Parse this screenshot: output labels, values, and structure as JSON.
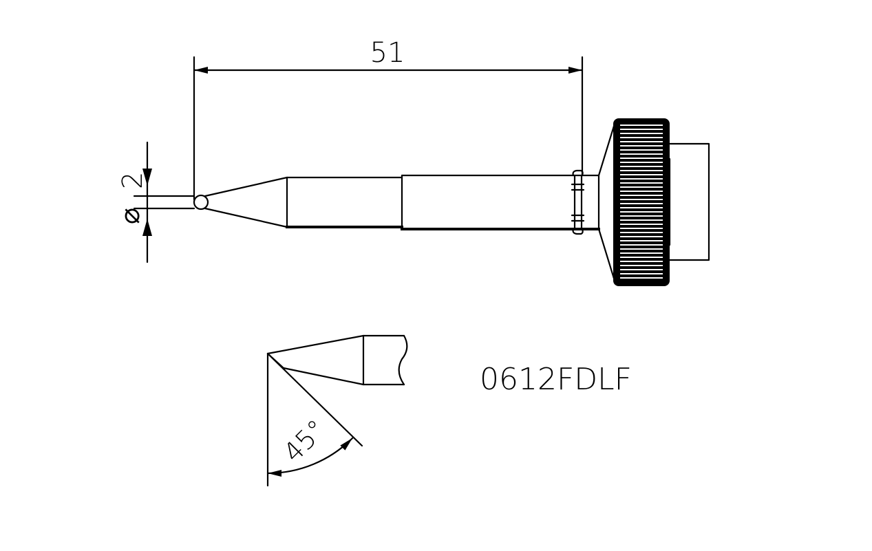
{
  "drawing": {
    "length_dim": "51",
    "diameter_dim": "2",
    "diameter_symbol": "⌀",
    "angle_dim": "45°",
    "part_number": "0612FDLF"
  },
  "colors": {
    "line": "#000000",
    "background": "#ffffff"
  }
}
